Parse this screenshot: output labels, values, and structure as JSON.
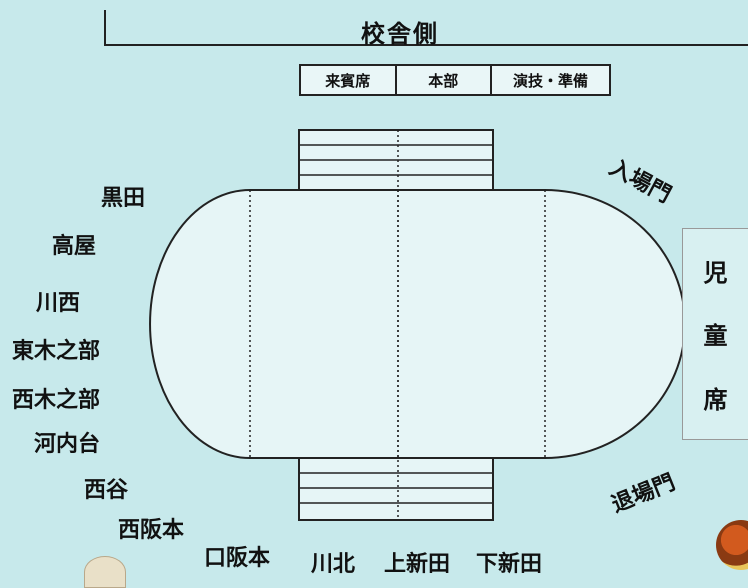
{
  "header": {
    "title": "校舎側"
  },
  "tents": [
    {
      "label": "来賓席"
    },
    {
      "label": "本部"
    },
    {
      "label": "演技・準備"
    }
  ],
  "groups": {
    "left": [
      "黒田",
      "高屋",
      "川西",
      "東木之部",
      "西木之部",
      "河内台",
      "西谷",
      "西阪本"
    ],
    "bottom": [
      "口阪本",
      "川北",
      "上新田",
      "下新田"
    ]
  },
  "gates": {
    "entrance": "入場門",
    "exit": "退場門"
  },
  "children_seats": {
    "chars": [
      "児",
      "童",
      "席"
    ]
  },
  "colors": {
    "background": "#c7e9eb",
    "line": "#222222"
  }
}
